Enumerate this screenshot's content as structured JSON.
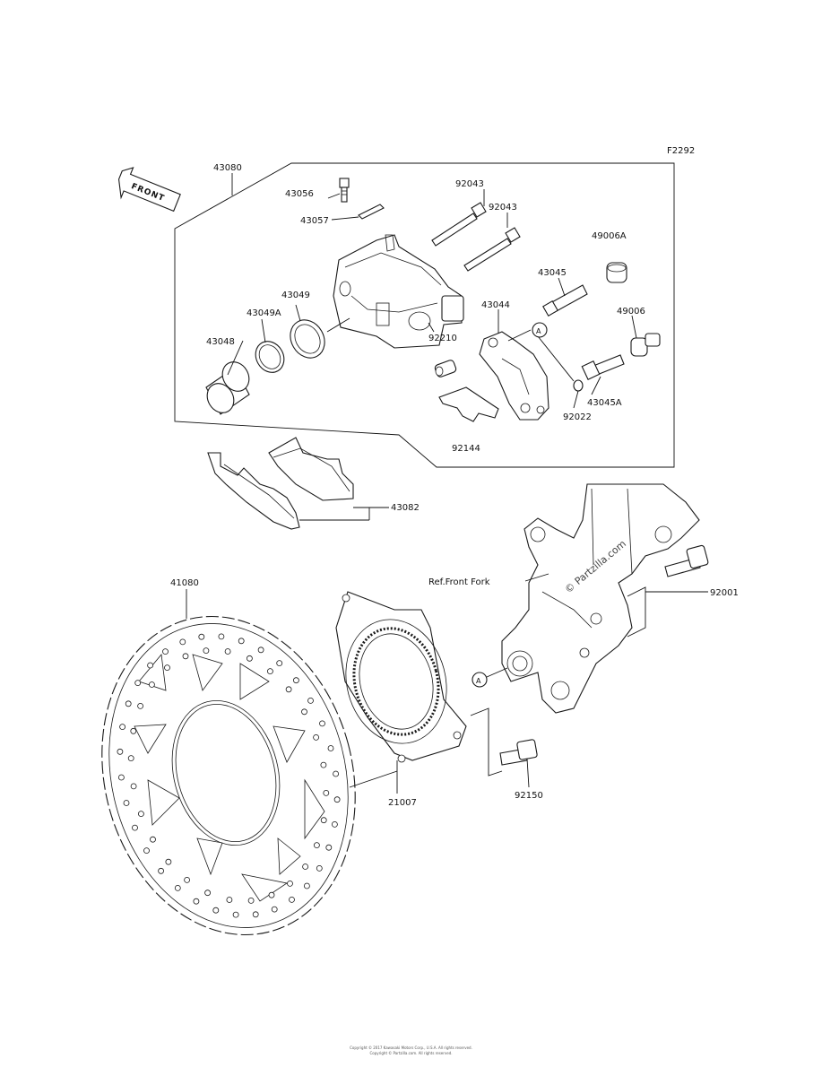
{
  "figure_code": "F2292",
  "front_arrow_label": "FRONT",
  "watermark": "© Partzilla.com",
  "ref_label": "Ref.Front Fork",
  "callout_letter": "A",
  "parts": [
    "43080",
    "43056",
    "43057",
    "92043",
    "92043",
    "49006A",
    "43045",
    "43049",
    "43049A",
    "43048",
    "43044",
    "49006",
    "92210",
    "43045A",
    "92022",
    "92144",
    "43082",
    "41080",
    "21007",
    "92150",
    "92001"
  ],
  "footer": [
    "Copyright © 2017 Kawasaki Motors Corp., U.S.A. All rights reserved.",
    "Copyright © Partzilla.com. All rights reserved."
  ]
}
